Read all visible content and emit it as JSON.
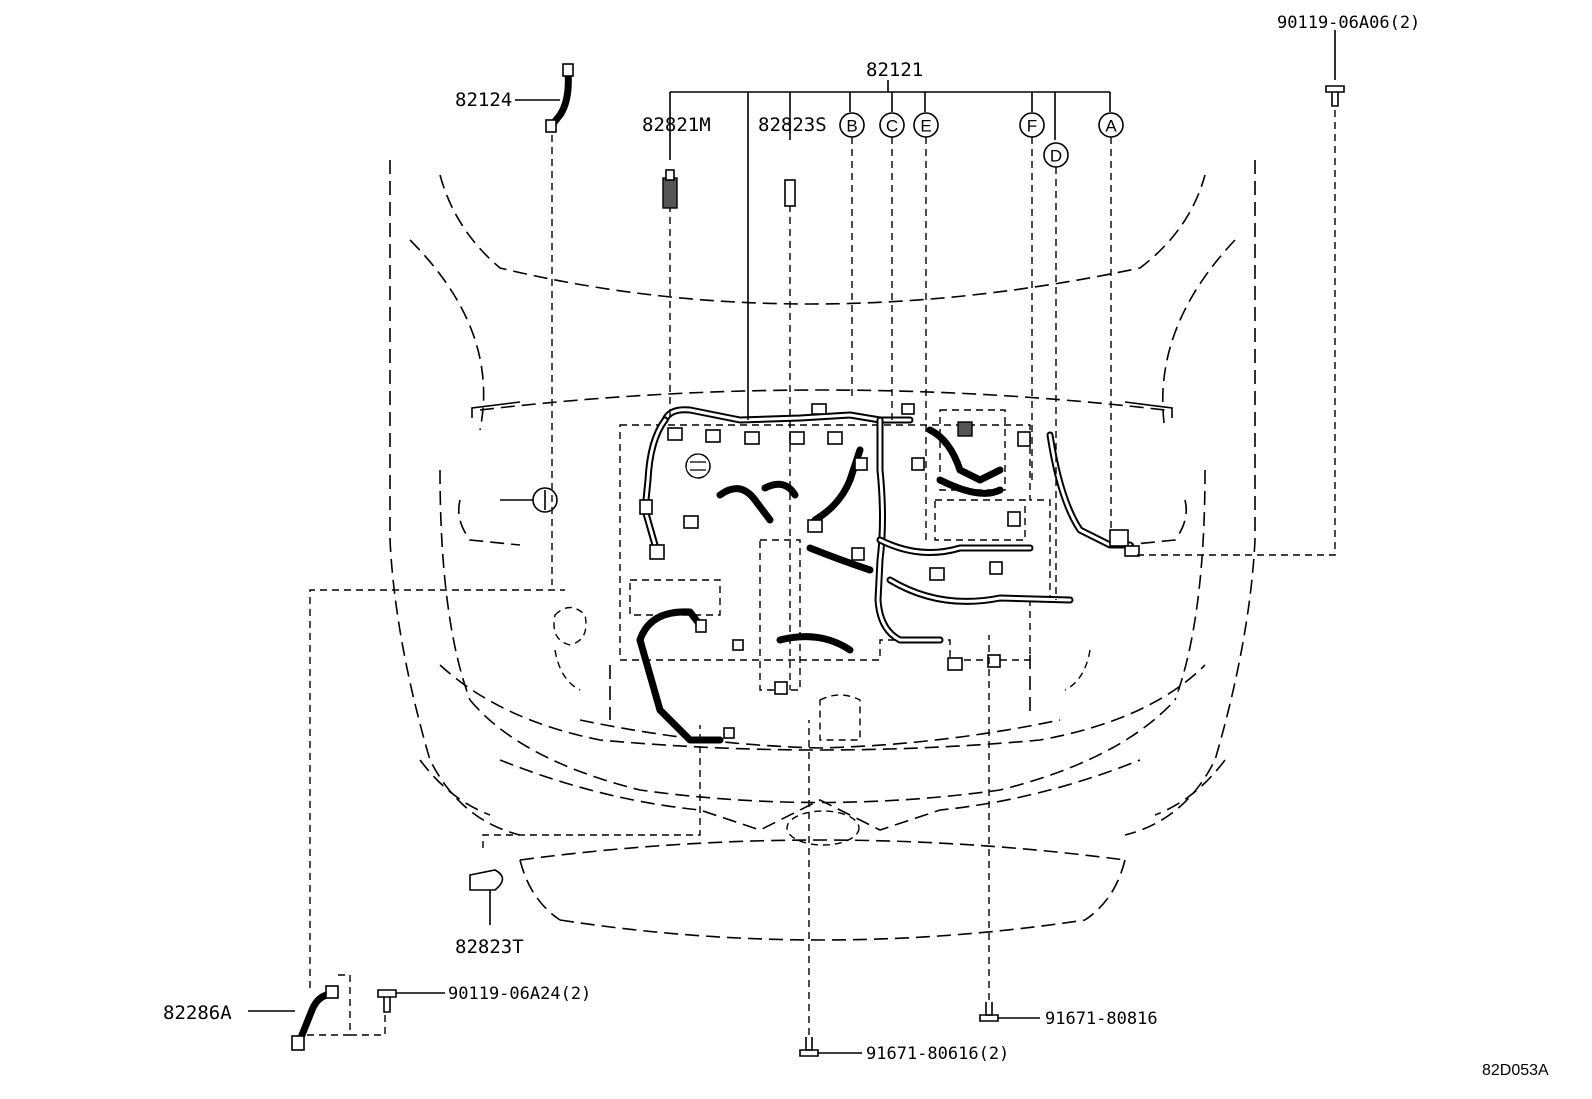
{
  "labels": {
    "p82121": "82121",
    "p82124": "82124",
    "p82821M": "82821M",
    "p82823S": "82823S",
    "p82823T": "82823T",
    "p82286A": "82286A",
    "p90119_06A06": "90119-06A06(2)",
    "p90119_06A24": "90119-06A24(2)",
    "p91671_80816": "91671-80816",
    "p91671_80616": "91671-80616(2)",
    "diagram_id": "82D053A"
  },
  "callouts": {
    "A": "A",
    "B": "B",
    "C": "C",
    "D": "D",
    "E": "E",
    "F": "F"
  }
}
